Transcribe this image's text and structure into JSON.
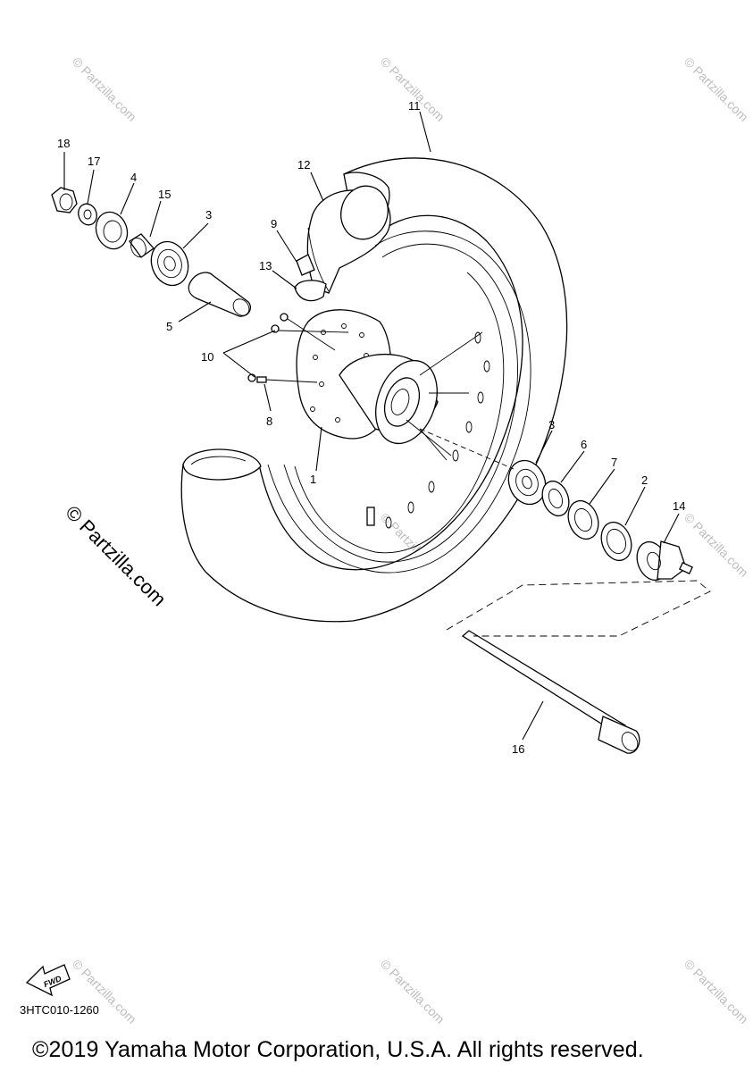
{
  "diagram": {
    "callouts": [
      {
        "id": "c1",
        "label": "1"
      },
      {
        "id": "c2",
        "label": "2"
      },
      {
        "id": "c3a",
        "label": "3"
      },
      {
        "id": "c3b",
        "label": "3"
      },
      {
        "id": "c4",
        "label": "4"
      },
      {
        "id": "c5",
        "label": "5"
      },
      {
        "id": "c6",
        "label": "6"
      },
      {
        "id": "c7",
        "label": "7"
      },
      {
        "id": "c8",
        "label": "8"
      },
      {
        "id": "c9",
        "label": "9"
      },
      {
        "id": "c10",
        "label": "10"
      },
      {
        "id": "c11",
        "label": "11"
      },
      {
        "id": "c12",
        "label": "12"
      },
      {
        "id": "c13",
        "label": "13"
      },
      {
        "id": "c14",
        "label": "14"
      },
      {
        "id": "c15",
        "label": "15"
      },
      {
        "id": "c16",
        "label": "16"
      },
      {
        "id": "c17",
        "label": "17"
      },
      {
        "id": "c18",
        "label": "18"
      }
    ],
    "watermark_text": "© Partzilla.com",
    "fwd_label": "FWD",
    "diagram_code": "3HTC010-1260",
    "copyright": "©2019 Yamaha Motor Corporation, U.S.A. All rights reserved."
  }
}
